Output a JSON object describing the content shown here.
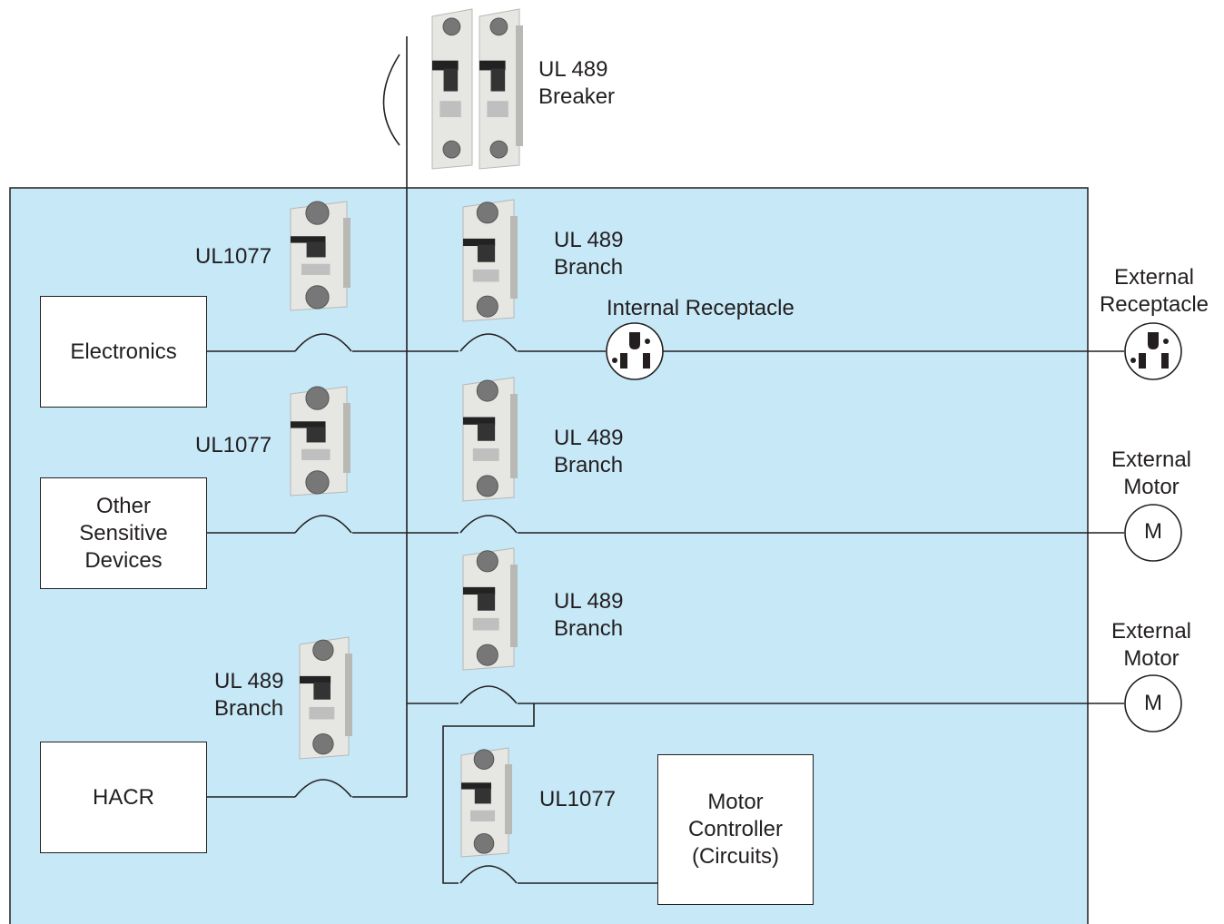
{
  "colors": {
    "panel_fill": "#c6e8f7",
    "line": "#231f20",
    "breaker_body": "#e6e6e3",
    "breaker_shadow": "#b8b8b4",
    "toggle": "#222222"
  },
  "main_breaker": {
    "label": "UL 489\nBreaker",
    "icon": "two-pole-breaker-icon"
  },
  "devices": {
    "electronics": "Electronics",
    "other_sensitive": "Other\nSensitive\nDevices",
    "hacr": "HACR",
    "motor_controller": "Motor\nController\n(Circuits)"
  },
  "breakers": {
    "ul1077_top": "UL1077",
    "ul489_branch_1": "UL 489\nBranch",
    "ul1077_middle": "UL1077",
    "ul489_branch_2": "UL 489\nBranch",
    "ul489_branch_3": "UL 489\nBranch",
    "ul489_branch_hacr": "UL 489\nBranch",
    "ul1077_motor": "UL1077"
  },
  "loads": {
    "internal_receptacle": "Internal Receptacle",
    "external_receptacle": "External\nReceptacle",
    "external_motor_1": "External\nMotor",
    "external_motor_2": "External\nMotor",
    "motor_symbol": "M"
  }
}
